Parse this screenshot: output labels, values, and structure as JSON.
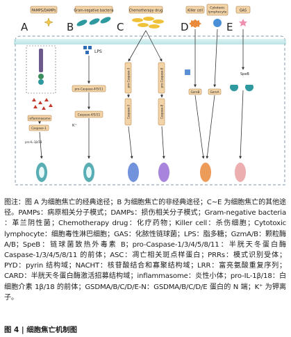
{
  "figure": {
    "panel_letters": [
      "A",
      "B",
      "C",
      "D",
      "E"
    ],
    "top_labels": {
      "a": "PAMPS/DAMPs",
      "b": "Gram-negative bacteria",
      "c": "Chemotherapy drug",
      "d_killer": "Killer cell",
      "d_cyto": [
        "Cytotoxic",
        "lymphocyte"
      ],
      "e": "GAS"
    },
    "panel_b": {
      "lps": "LPS",
      "pro_caspase": "pro-Caspase-4/5/11",
      "caspase": "Caspase-4/5/11"
    },
    "panel_c": {
      "pro_caspase_3": "pro-Caspase-3",
      "pro_caspase_8": "pro-Caspase-8",
      "caspase_3": "Caspase-3",
      "caspase_8": "Caspase-8"
    },
    "panel_d": {
      "gzmb": "GzmB",
      "gzma": "GzmA"
    },
    "panel_e": {
      "speb": "SpeB"
    },
    "panel_a": {
      "inflammasome": "inflammasome",
      "caspase_1": "Caspase-1",
      "pro_il": "pro-IL-1β/18"
    },
    "k_plus": "K⁺"
  },
  "caption": {
    "text": "图注：图 A 为细胞焦亡的经典途径；B 为细胞焦亡的非经典途径；C~E 为细胞焦亡的其他途径。PAMPs：病原相关分子模式；DAMPs：损伤相关分子模式；Gram-negative bacteria ：革兰阴性菌；Chemotherapy drug：化疗药物；Killer cell：杀伤细胞；Cytotoxic lymphocyte：细胞毒性淋巴细胞；GAS：化脓性链球菌；LPS：脂多糖；GzmA/B：颗粒酶 A/B；SpeB：链球菌致热外毒素 B；pro-Caspase-1/3/4/5/8/11：半胱天冬蛋白酶 Caspase-1/3/4/5/8/11 的前体；ASC：凋亡相关斑点样蛋白；PRRs：模式识别受体；PYD：pyrin 结构域；NACHT：核苷酸结合和寡聚结构域；LRR：富亮氨酸重复序列；CARD：半胱天冬蛋白酶激活招募结构域；inflammasome：炎性小体；pro-IL-1β/18：白细胞介素 1β/18 的前体；GSDMA/B/C/D/E-N：GSDMA/B/C/D/E 蛋白的 N 端；K⁺ 为钾离子。"
  },
  "figure_title": "图 4 | 细胞焦亡机制图",
  "colors": {
    "membrane": "#8fd0d2",
    "label_fill": "#f3d4a8",
    "label_stroke": "#b07a3c",
    "bacteria": "#2e9aa0",
    "pill": "#f0c23a",
    "arrow": "#333333"
  }
}
